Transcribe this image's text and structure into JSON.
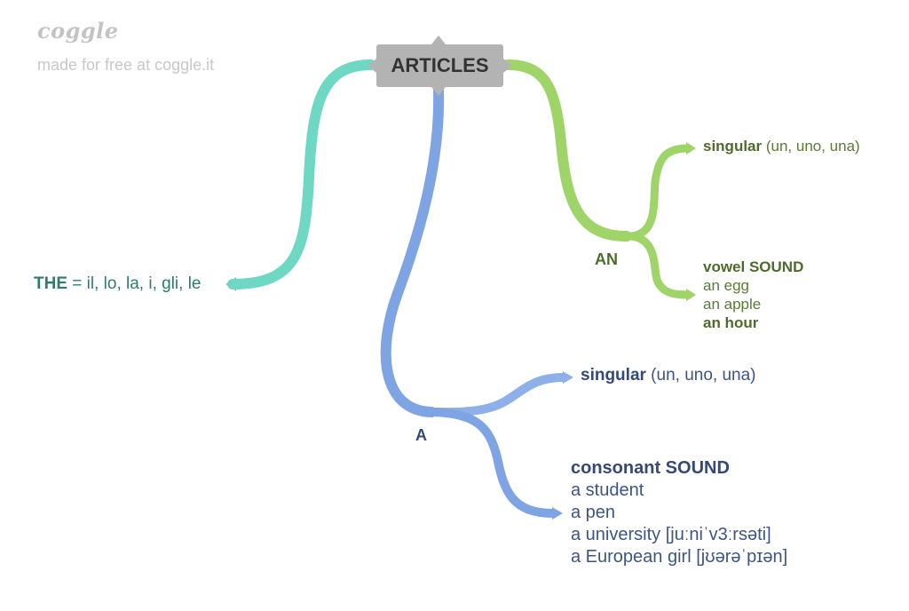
{
  "branding": {
    "logo": "coggle",
    "tagline": "made for free at coggle.it"
  },
  "root": {
    "label": "ARTICLES"
  },
  "branches": {
    "the": {
      "bold": "THE",
      "rest": " = il, lo, la, i, gli, le",
      "color": "#6fd8c4"
    },
    "an": {
      "label": "AN",
      "color": "#9fd468",
      "singular_bold": "singular",
      "singular_rest": " (un, uno, una)",
      "vowel_title": "vowel SOUND",
      "examples": [
        "an egg",
        "an apple"
      ],
      "last_example": "an hour"
    },
    "a": {
      "label": "A",
      "color": "#7ea4e4",
      "singular_bold": "singular",
      "singular_rest": " (un, uno, una)",
      "consonant_title": "consonant SOUND",
      "examples": [
        "a student",
        "a pen",
        "a university [juːniˈv3ːrsəti]",
        "a European girl [jʊərəˈpɪən]"
      ]
    }
  }
}
